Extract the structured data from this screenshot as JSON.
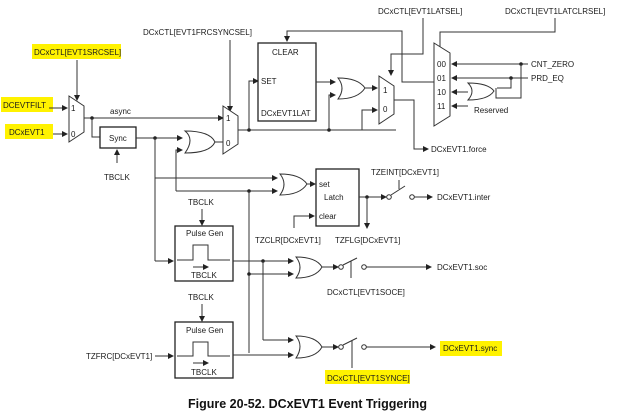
{
  "figure": {
    "caption": "Figure 20-52. DCxEVT1 Event Triggering",
    "highlight_color": "#fff200"
  },
  "inputs": {
    "srcsel": "DCxCTL[EVT1SRCSEL]",
    "evtfilt": "DCEVTFILT",
    "evt1": "DCxEVT1",
    "frcsyncsel": "DCxCTL[EVT1FRCSYNCSEL]",
    "latsel": "DCxCTL[EVT1LATSEL]",
    "latclrsel": "DCxCTL[EVT1LATCLRSEL]",
    "cnt_zero": "CNT_ZERO",
    "prd_eq": "PRD_EQ",
    "reserved": "Reserved",
    "tbclk": "TBCLK",
    "tzfrc": "TZFRC[DCxEVT1]",
    "tzclr": "TZCLR[DCxEVT1]",
    "tzflg": "TZFLG[DCxEVT1]",
    "tzeint": "TZEINT[DCxEVT1]",
    "soce": "DCxCTL[EVT1SOCE]",
    "synce": "DCxCTL[EVT1SYNCE]"
  },
  "blocks": {
    "mux_in_1": "1",
    "mux_in_0": "0",
    "async": "async",
    "sync": "Sync",
    "clear": "CLEAR",
    "set": "SET",
    "latch_name": "DCxEVT1LAT",
    "clr_mux_sel": [
      "00",
      "01",
      "10",
      "11"
    ],
    "latch_set": "set",
    "latch_label": "Latch",
    "latch_clear": "clear",
    "pulse_gen": "Pulse Gen"
  },
  "outputs": {
    "force": "DCxEVT1.force",
    "inter": "DCxEVT1.inter",
    "soc": "DCxEVT1.soc",
    "sync": "DCxEVT1.sync"
  }
}
